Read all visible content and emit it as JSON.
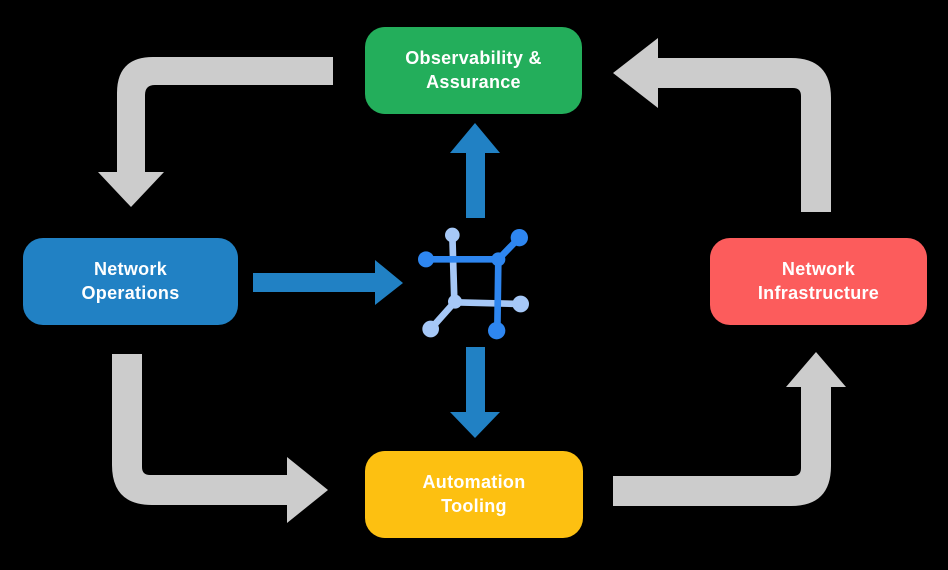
{
  "colors": {
    "background": "#000000",
    "arrow_gray": "#CCCCCC",
    "arrow_blue": "#2181C4",
    "icon_blue_dark": "#2E86F0",
    "icon_blue_light": "#A6C8F7",
    "node_green": "#23AE5B",
    "node_blue": "#2181C4",
    "node_red": "#FC5C5C",
    "node_yellow": "#FDC011",
    "node_text": "#FFFFFF"
  },
  "nodes": {
    "observability": {
      "label": "Observability &\nAssurance",
      "color": "#23AE5B"
    },
    "operations": {
      "label": "Network\nOperations",
      "color": "#2181C4"
    },
    "infrastructure": {
      "label": "Network\nInfrastructure",
      "color": "#FC5C5C"
    },
    "tooling": {
      "label": "Automation\nTooling",
      "color": "#FDC011"
    }
  },
  "center_icon": {
    "name": "network-automation-icon"
  },
  "arrows": {
    "gray_cycle": [
      {
        "from": "observability",
        "to": "operations",
        "direction": "down"
      },
      {
        "from": "operations",
        "to": "tooling",
        "direction": "right"
      },
      {
        "from": "tooling",
        "to": "infrastructure",
        "direction": "up"
      },
      {
        "from": "infrastructure",
        "to": "observability",
        "direction": "left"
      }
    ],
    "blue_links": [
      {
        "from": "operations",
        "to": "center-icon",
        "direction": "right"
      },
      {
        "from": "center-icon",
        "to": "observability",
        "direction": "up"
      },
      {
        "from": "center-icon",
        "to": "tooling",
        "direction": "down"
      }
    ]
  }
}
